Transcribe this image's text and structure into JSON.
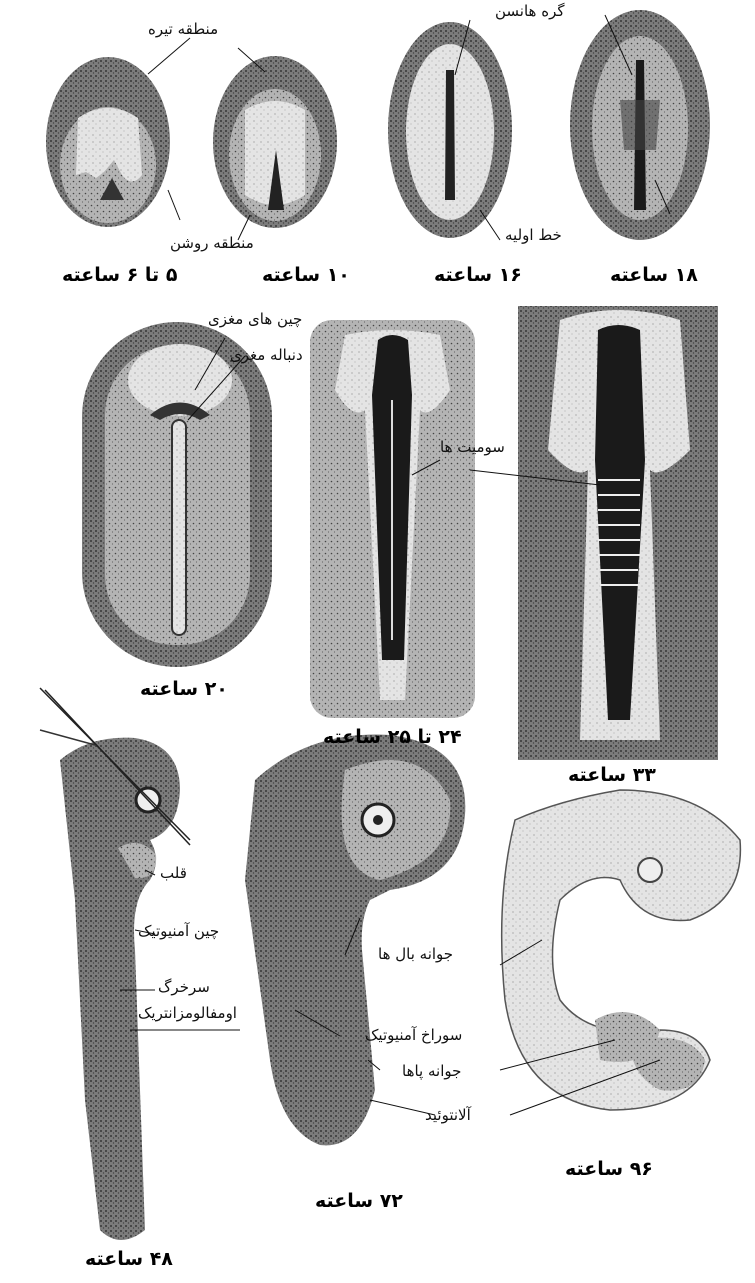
{
  "captions": {
    "s1": "۵ تا ۶ ساعته",
    "s2": "۱۰ ساعته",
    "s3": "۱۶ ساعته",
    "s4": "۱۸ ساعته",
    "s5": "۲۰ ساعته",
    "s6": "۲۴ تا ۲۵ ساعته",
    "s7": "۳۳ ساعته",
    "s8": "۴۸ ساعته",
    "s9": "۷۲ ساعته",
    "s10": "۹۶ ساعته"
  },
  "labels": {
    "area_opaca": "منطقه تیره",
    "area_pellucida": "منطقه روشن",
    "hensen_node": "گره هانسن",
    "primitive_streak": "خط اولیه",
    "neural_folds": "چین های مغزی",
    "head_process": "دنباله مغزی",
    "somites": "سومیت ها",
    "heart": "قلب",
    "amniotic_fold": "چین آمنیوتیک",
    "artery": "سرخرگ",
    "omphalomesenteric": "اومفالومزانتریک",
    "wing_buds": "جوانه بال ها",
    "amniotic_opening": "سوراخ آمنیوتیک",
    "leg_buds": "جوانه پاها",
    "allantois": "آلانتوئید"
  },
  "colors": {
    "ink": "#111111",
    "dark_stipple": "#6e6e6e",
    "mid_stipple": "#a8a8a8",
    "light_stipple": "#dcdcdc"
  }
}
